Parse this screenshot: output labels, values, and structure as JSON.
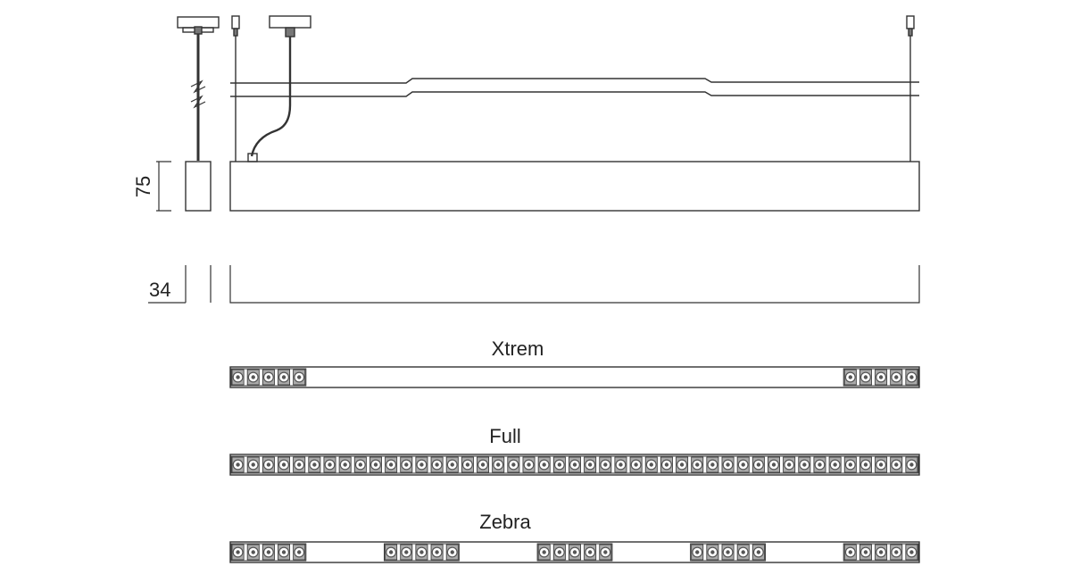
{
  "dimensions": {
    "height_label": "75",
    "width_label": "34"
  },
  "variants": [
    {
      "label": "Xtrem",
      "groups": [
        [
          0,
          5
        ],
        [
          40,
          45
        ]
      ]
    },
    {
      "label": "Full",
      "groups": [
        [
          0,
          45
        ]
      ]
    },
    {
      "label": "Zebra",
      "groups": [
        [
          0,
          5
        ],
        [
          10,
          15
        ],
        [
          20,
          25
        ],
        [
          30,
          35
        ],
        [
          40,
          45
        ]
      ]
    }
  ],
  "total_cells": 45,
  "colors": {
    "line": "#333333",
    "led_dark": "#555555",
    "led_mid": "#aaaaaa"
  }
}
